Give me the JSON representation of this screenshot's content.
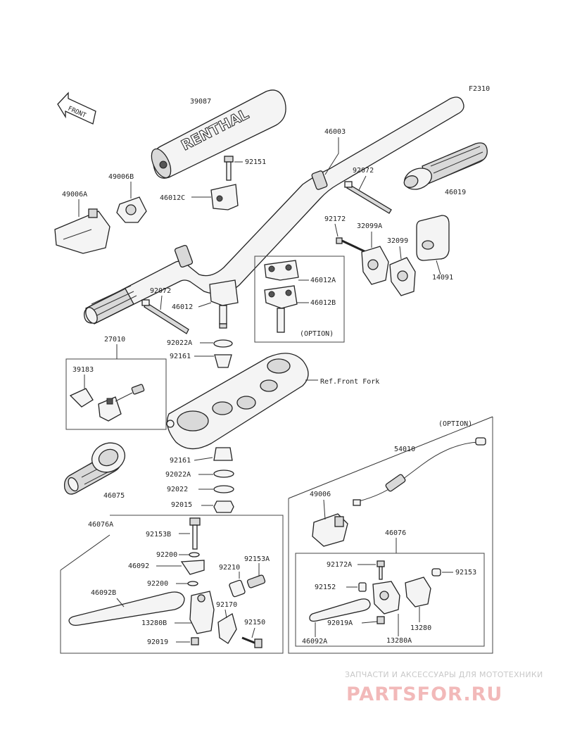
{
  "diagram": {
    "figure_code": "F2310",
    "front_arrow_label": "FRONT",
    "pad_brand": "RENTHAL",
    "ref_label": "Ref.Front Fork",
    "option_label_a": "(OPTION)",
    "option_label_b": "(OPTION)",
    "parts": {
      "p39087": "39087",
      "p46003": "46003",
      "p92151": "92151",
      "p49006B": "49006B",
      "p46012C": "46012C",
      "p49006A": "49006A",
      "p92072a": "92072",
      "p46019": "46019",
      "p92172": "92172",
      "p32099A": "32099A",
      "p32099": "32099",
      "p14091": "14091",
      "p46012A": "46012A",
      "p46012B": "46012B",
      "p92072b": "92072",
      "p46012": "46012",
      "p27010": "27010",
      "p92022A_top": "92022A",
      "p92161_top": "92161",
      "p39183": "39183",
      "p92161_bot": "92161",
      "p92022A_bot": "92022A",
      "p92022": "92022",
      "p92015": "92015",
      "p46075": "46075",
      "p54010": "54010",
      "p49006": "49006",
      "p46076A": "46076A",
      "p92153B": "92153B",
      "p92200_a": "92200",
      "p46092": "46092",
      "p92153A": "92153A",
      "p92210": "92210",
      "p92200_b": "92200",
      "p46092B": "46092B",
      "p92170": "92170",
      "p13280B": "13280B",
      "p92150": "92150",
      "p92019_left": "92019",
      "p46076": "46076",
      "p92172A": "92172A",
      "p92153": "92153",
      "p92152": "92152",
      "p92019A": "92019A",
      "p13280": "13280",
      "p46092A": "46092A",
      "p13280A": "13280A"
    }
  },
  "watermark": {
    "tagline": "ЗАПЧАСТИ И АКСЕССУАРЫ ДЛЯ МОТОТЕХНИКИ",
    "brand": "PARTSFOR.RU"
  }
}
